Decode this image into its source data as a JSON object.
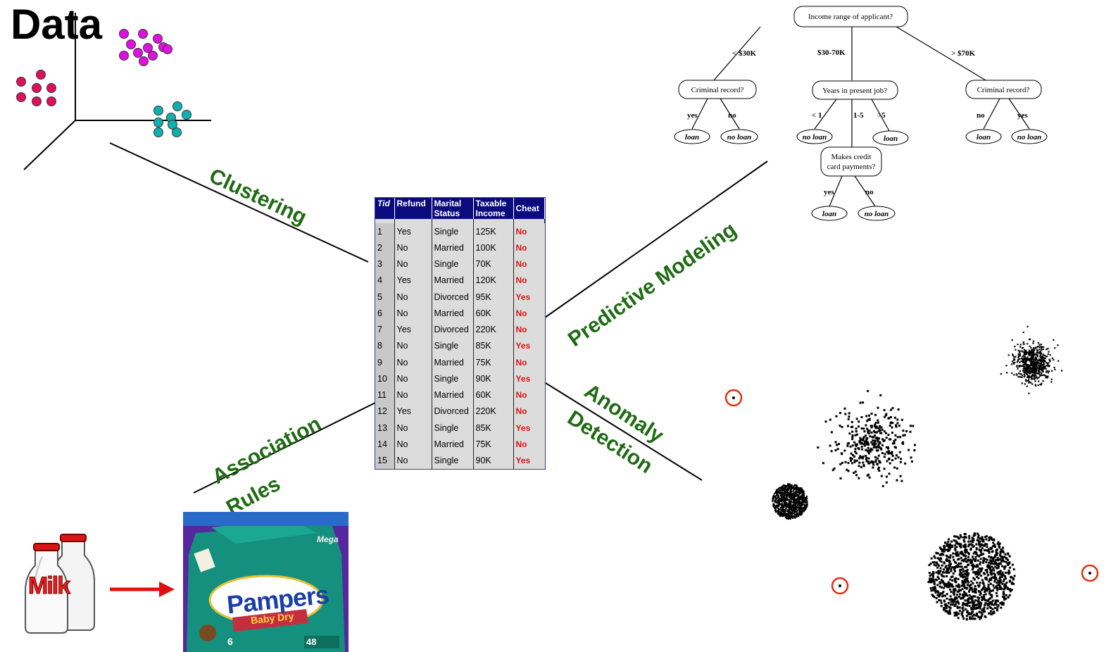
{
  "title": "Data",
  "techniques": {
    "clustering": "Clustering",
    "predictive": "Predictive Modeling",
    "association_line1": "Association",
    "association_line2": "Rules",
    "anomaly_line1": "Anomaly",
    "anomaly_line2": "Detection"
  },
  "table": {
    "headers": [
      {
        "line1": "Tid",
        "line2": ""
      },
      {
        "line1": "Refund",
        "line2": ""
      },
      {
        "line1": "Marital",
        "line2": "Status"
      },
      {
        "line1": "Taxable",
        "line2": "Income"
      },
      {
        "line1": "Cheat",
        "line2": ""
      }
    ],
    "rows": [
      [
        "1",
        "Yes",
        "Single",
        "125K",
        "No"
      ],
      [
        "2",
        "No",
        "Married",
        "100K",
        "No"
      ],
      [
        "3",
        "No",
        "Single",
        "70K",
        "No"
      ],
      [
        "4",
        "Yes",
        "Married",
        "120K",
        "No"
      ],
      [
        "5",
        "No",
        "Divorced",
        "95K",
        "Yes"
      ],
      [
        "6",
        "No",
        "Married",
        "60K",
        "No"
      ],
      [
        "7",
        "Yes",
        "Divorced",
        "220K",
        "No"
      ],
      [
        "8",
        "No",
        "Single",
        "85K",
        "Yes"
      ],
      [
        "9",
        "No",
        "Married",
        "75K",
        "No"
      ],
      [
        "10",
        "No",
        "Single",
        "90K",
        "Yes"
      ],
      [
        "11",
        "No",
        "Married",
        "60K",
        "No"
      ],
      [
        "12",
        "Yes",
        "Divorced",
        "220K",
        "No"
      ],
      [
        "13",
        "No",
        "Single",
        "85K",
        "Yes"
      ],
      [
        "14",
        "No",
        "Married",
        "75K",
        "No"
      ],
      [
        "15",
        "No",
        "Single",
        "90K",
        "Yes"
      ]
    ]
  },
  "tree": {
    "root": "Income range of applicant?",
    "branch_left": "< $30K",
    "branch_mid": "$30-70K",
    "branch_right": "> $70K",
    "node_left": "Criminal record?",
    "node_mid": "Years in present job?",
    "node_right": "Criminal record?",
    "left_yes": "yes",
    "left_no": "no",
    "mid_lt1": "< 1",
    "mid_1to5": "1-5",
    "mid_gt5": ">5",
    "right_no": "no",
    "right_yes": "yes",
    "leaf_loan": "loan",
    "leaf_noloan": "no loan",
    "node_credit_line1": "Makes credit",
    "node_credit_line2": "card payments?",
    "credit_yes": "yes",
    "credit_no": "no"
  },
  "milk_label": "Milk",
  "pampers": {
    "brand": "Pampers",
    "subbrand": "Baby Dry",
    "size_label": "Mega",
    "count": "48",
    "size_num": "6"
  },
  "colors": {
    "technique_text": "#1e6b12",
    "cluster_magenta": "#e010e0",
    "cluster_red": "#e0105a",
    "cluster_teal": "#10b0b0",
    "table_header": "#0b0b7d",
    "cheat_text": "#e01010",
    "anomaly_circle": "#e03010"
  }
}
